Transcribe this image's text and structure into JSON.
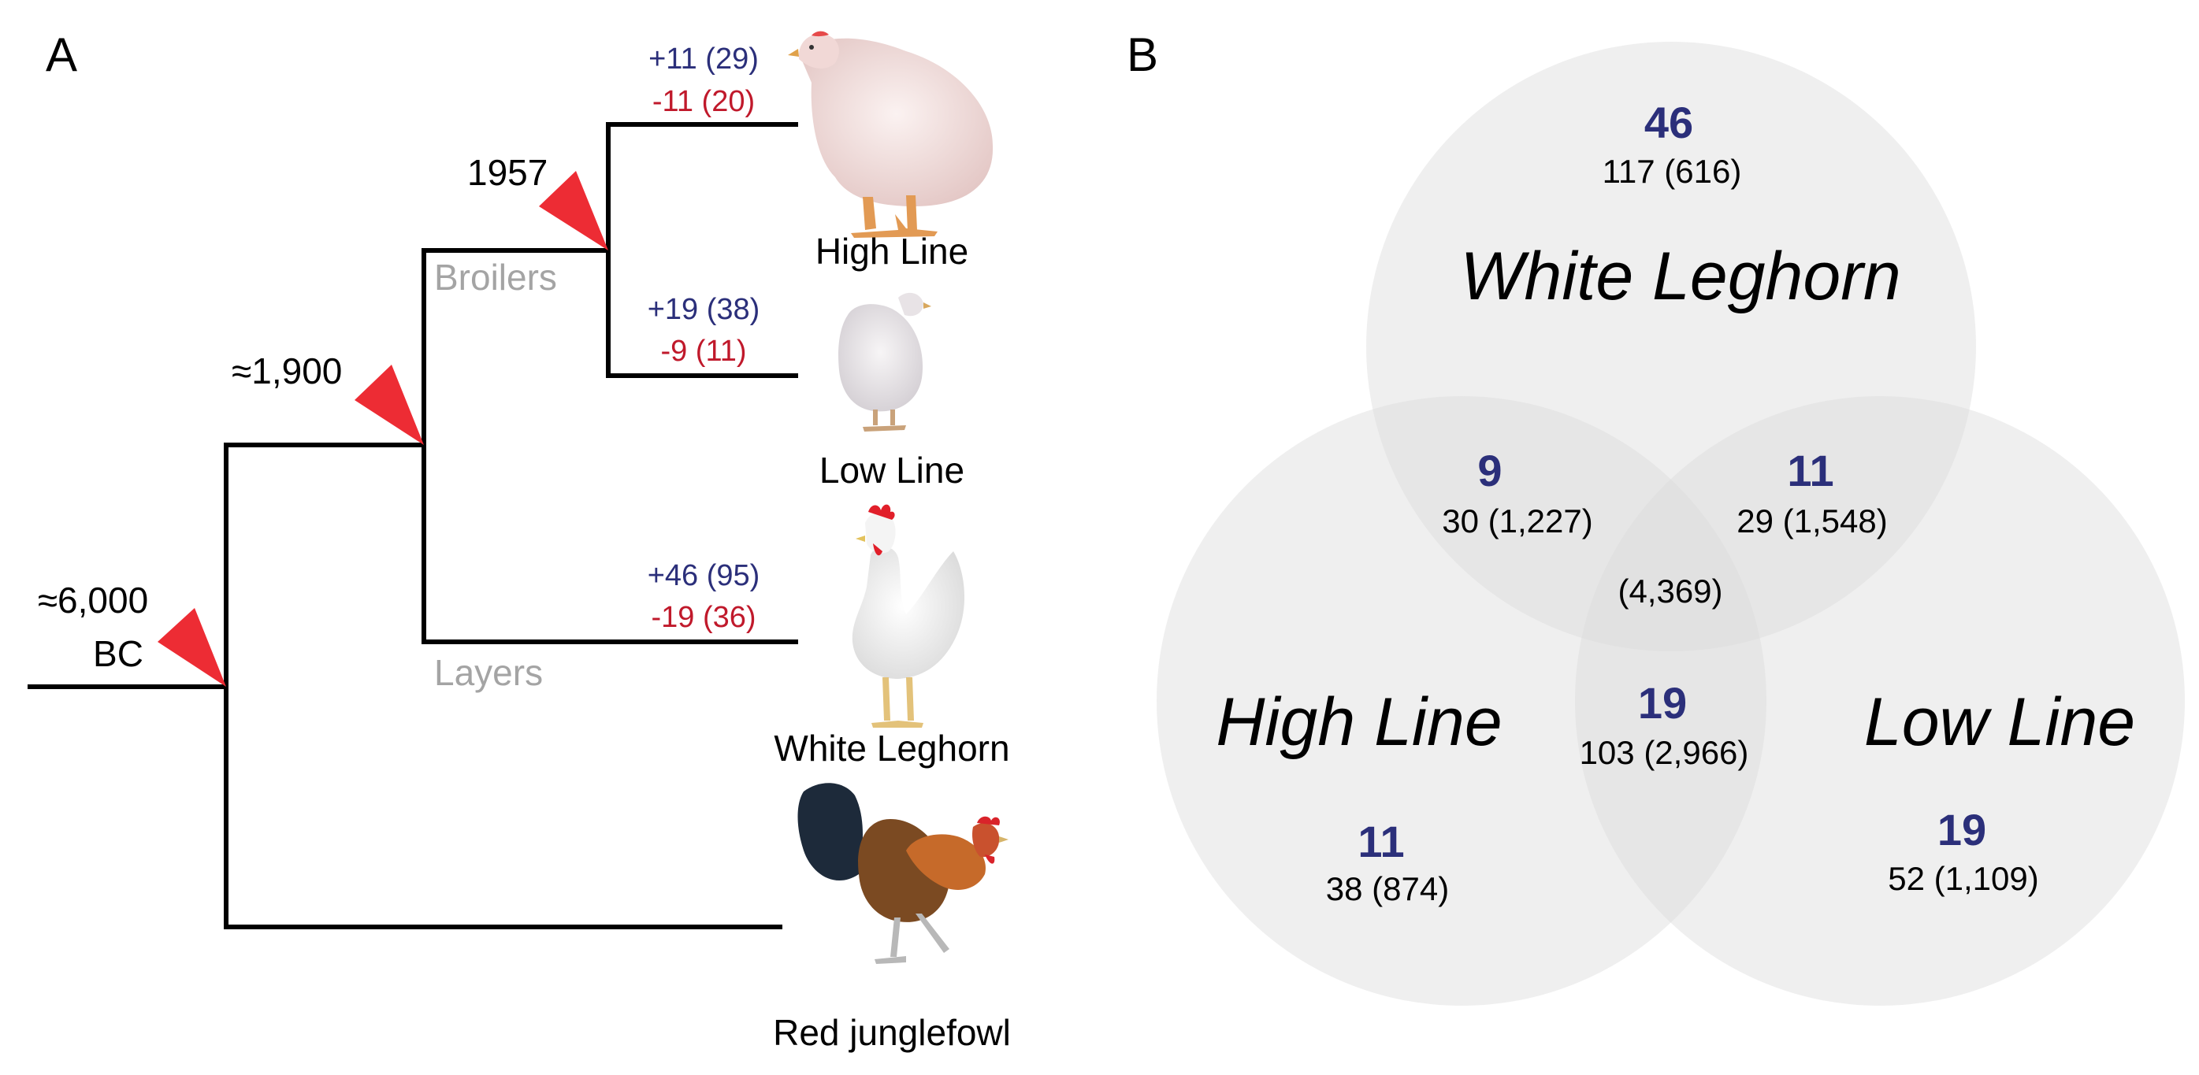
{
  "panel_a": {
    "label": "A",
    "nodes": {
      "root_date_line1": "≈6,000",
      "root_date_line2": "BC",
      "node2_date": "≈1,900",
      "node3_date": "1957"
    },
    "clade_labels": {
      "broilers": "Broilers",
      "layers": "Layers"
    },
    "taxa": {
      "high_line": {
        "name": "High Line",
        "gain": "+11 (29)",
        "loss": "-11 (20)"
      },
      "low_line": {
        "name": "Low Line",
        "gain": "+19 (38)",
        "loss": "-9 (11)"
      },
      "white_leghorn": {
        "name": "White Leghorn",
        "gain": "+46 (95)",
        "loss": "-19 (36)"
      },
      "red_junglefowl": {
        "name": "Red junglefowl"
      }
    }
  },
  "panel_b": {
    "label": "B",
    "sets": {
      "white_leghorn": "White Leghorn",
      "high_line": "High Line",
      "low_line": "Low Line"
    },
    "regions": {
      "wl_only": {
        "count": "46",
        "detail": "117 (616)"
      },
      "wl_hl": {
        "count": "9",
        "detail": "30 (1,227)"
      },
      "wl_ll": {
        "count": "11",
        "detail": "29 (1,548)"
      },
      "all_three": {
        "detail": "(4,369)"
      },
      "hl_ll": {
        "count": "19",
        "detail": "103 (2,966)"
      },
      "hl_only": {
        "count": "11",
        "detail": "38 (874)"
      },
      "ll_only": {
        "count": "19",
        "detail": "52 (1,109)"
      }
    }
  },
  "colors": {
    "gain": "#2b2f7a",
    "loss": "#c0192b",
    "marker": "#ed2c34",
    "clade_label": "#a4a4a4",
    "venn_circle": "#e8e8e8",
    "venn_count": "#2b2f7a",
    "branch": "#000000"
  }
}
